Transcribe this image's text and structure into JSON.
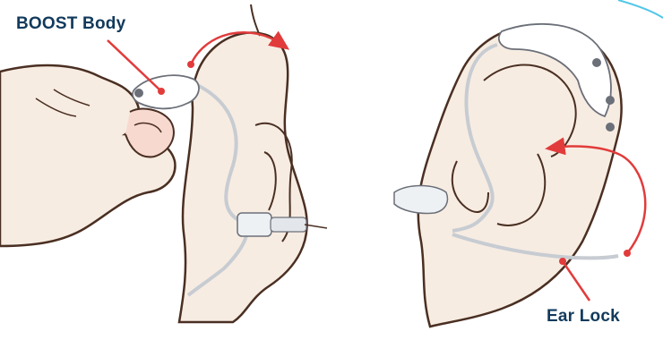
{
  "labels": {
    "boost_body": "BOOST Body",
    "ear_lock": "Ear Lock"
  },
  "colors": {
    "label_text": "#123a5c",
    "callout_line": "#e23b3b",
    "skin": "#f7ece2",
    "outline": "#4a2f22",
    "device_body": "#ffffff",
    "device_button": "#6b6f78",
    "tube": "#c7ccd2",
    "corner_accent": "#52c7e8"
  },
  "panels": [
    {
      "name": "left",
      "description_icons": [
        "hand-icon",
        "ear-icon",
        "boost-body-icon"
      ]
    },
    {
      "name": "right",
      "description_icons": [
        "ear-icon",
        "ear-lock-icon",
        "earpiece-icon"
      ]
    }
  ]
}
